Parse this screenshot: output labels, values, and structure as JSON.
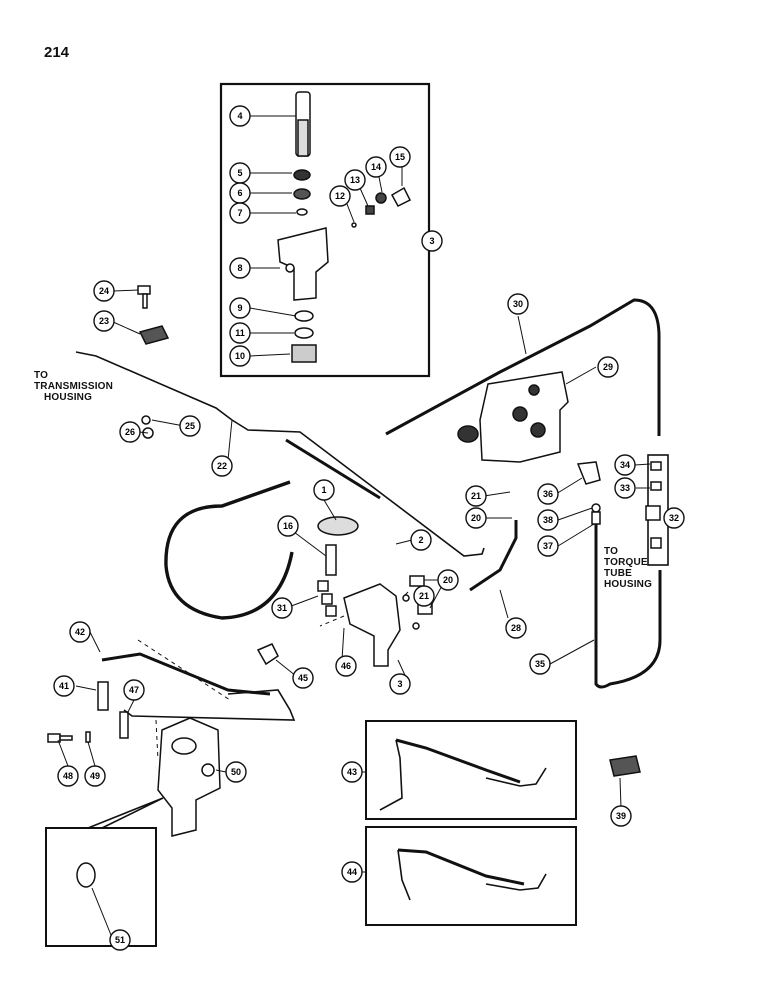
{
  "page": {
    "number": "214"
  },
  "notes": {
    "transmission": [
      "TO",
      "TRANSMISSION",
      "HOUSING"
    ],
    "torque": [
      "TO",
      "TORQUE",
      "TUBE",
      "HOUSING"
    ]
  },
  "callouts": [
    "1",
    "2",
    "3",
    "3",
    "4",
    "5",
    "6",
    "7",
    "8",
    "9",
    "10",
    "11",
    "12",
    "13",
    "14",
    "15",
    "16",
    "20",
    "20",
    "21",
    "21",
    "22",
    "23",
    "24",
    "25",
    "26",
    "28",
    "29",
    "30",
    "31",
    "32",
    "33",
    "34",
    "35",
    "36",
    "37",
    "38",
    "39",
    "41",
    "42",
    "43",
    "44",
    "45",
    "46",
    "47",
    "48",
    "49",
    "50",
    "51"
  ],
  "colors": {
    "ink": "#111111",
    "paper": "#ffffff",
    "shade": "#555555"
  }
}
